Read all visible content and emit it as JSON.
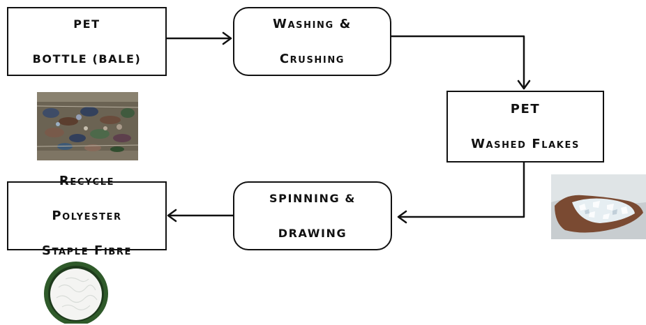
{
  "nodes": {
    "pet_bottle_bale": {
      "line1": "PET",
      "line2": "BOTTLE (BALE)"
    },
    "washing_crushing": {
      "line1": "Washing &",
      "line2": "Crushing"
    },
    "pet_washed_flakes": {
      "line1": "PET",
      "line2": "Washed Flakes"
    },
    "spinning_drawing": {
      "line1": "SPINNING &",
      "line2": "DRAWING"
    },
    "recycle_fibre": {
      "line1": "Recycle",
      "line2": "Polyester",
      "line3": "Staple Fibre"
    }
  },
  "images": {
    "bale_photo": "compressed-pet-bottle-bale-photo",
    "flakes_photo": "hand-holding-washed-flakes-photo",
    "fibre_photo": "white-staple-fibre-round-photo"
  },
  "colors": {
    "stroke": "#111111",
    "fibre_ring": "#2f5a2a"
  }
}
